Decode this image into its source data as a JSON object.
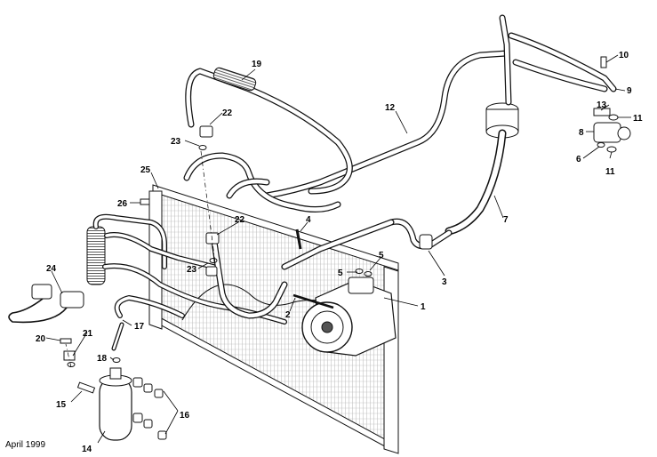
{
  "footer": {
    "date": "April 1999"
  },
  "callouts": [
    {
      "id": "1",
      "label": "1"
    },
    {
      "id": "2",
      "label": "2"
    },
    {
      "id": "3",
      "label": "3"
    },
    {
      "id": "4",
      "label": "4"
    },
    {
      "id": "5a",
      "label": "5"
    },
    {
      "id": "5b",
      "label": "5"
    },
    {
      "id": "6",
      "label": "6"
    },
    {
      "id": "7",
      "label": "7"
    },
    {
      "id": "8",
      "label": "8"
    },
    {
      "id": "9",
      "label": "9"
    },
    {
      "id": "10",
      "label": "10"
    },
    {
      "id": "11a",
      "label": "11"
    },
    {
      "id": "11b",
      "label": "11"
    },
    {
      "id": "12",
      "label": "12"
    },
    {
      "id": "13",
      "label": "13"
    },
    {
      "id": "14",
      "label": "14"
    },
    {
      "id": "15",
      "label": "15"
    },
    {
      "id": "16",
      "label": "16"
    },
    {
      "id": "17",
      "label": "17"
    },
    {
      "id": "18",
      "label": "18"
    },
    {
      "id": "19",
      "label": "19"
    },
    {
      "id": "20",
      "label": "20"
    },
    {
      "id": "21",
      "label": "21"
    },
    {
      "id": "22a",
      "label": "22"
    },
    {
      "id": "22b",
      "label": "22"
    },
    {
      "id": "23a",
      "label": "23"
    },
    {
      "id": "23b",
      "label": "23"
    },
    {
      "id": "24",
      "label": "24"
    },
    {
      "id": "25",
      "label": "25"
    },
    {
      "id": "26",
      "label": "26"
    }
  ]
}
